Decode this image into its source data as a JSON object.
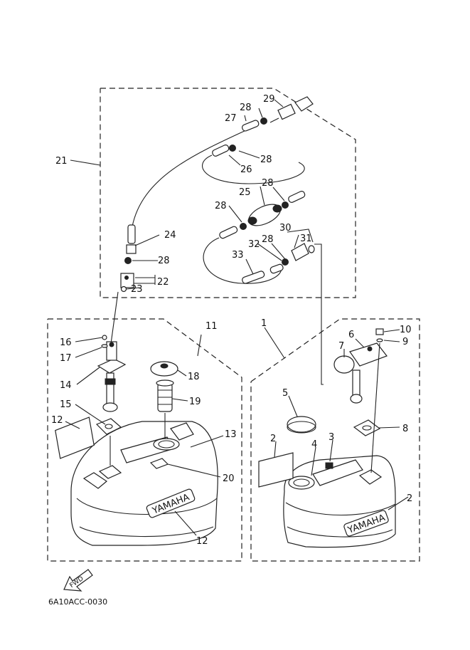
{
  "drawing_code": "6A10ACC-0030",
  "direction_label": "FWD",
  "brand_labels": {
    "small_tank": "YAMAHA",
    "large_tank": "YAMAHA"
  },
  "callouts": {
    "p1": "1",
    "p2a": "2",
    "p2b": "2",
    "p3": "3",
    "p4": "4",
    "p5": "5",
    "p6": "6",
    "p7": "7",
    "p8": "8",
    "p9": "9",
    "p10": "10",
    "p11": "11",
    "p12a": "12",
    "p12b": "12",
    "p13": "13",
    "p14": "14",
    "p15": "15",
    "p16": "16",
    "p17": "17",
    "p18": "18",
    "p19": "19",
    "p20": "20",
    "p21": "21",
    "p22": "22",
    "p23": "23",
    "p24": "24",
    "p25": "25",
    "p26": "26",
    "p27": "27",
    "p28a": "28",
    "p28b": "28",
    "p28c": "28",
    "p28d": "28",
    "p28e": "28",
    "p28f": "28",
    "p29": "29",
    "p30": "30",
    "p31": "31",
    "p32": "32",
    "p33": "33"
  }
}
